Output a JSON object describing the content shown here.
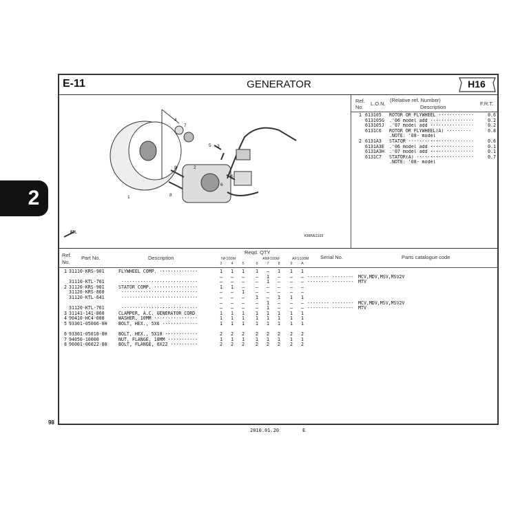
{
  "header": {
    "section": "E-11",
    "title": "GENERATOR",
    "code": "H16"
  },
  "side_tab": "2",
  "page_number": "98",
  "footer": {
    "date": "2010.01.20",
    "edition": "E"
  },
  "diagram": {
    "figure_code": "KR8VE1103",
    "front_label": "FR.",
    "callouts": [
      "1",
      "2",
      "3",
      "4",
      "5",
      "6",
      "6",
      "7",
      "8",
      "8"
    ]
  },
  "ref_list": {
    "headers": {
      "ref": "Ref.",
      "no": "No.",
      "lon": "L.O.N.",
      "rel": "(Relative ref. Number)",
      "desc": "Description",
      "frt": "F.R.T."
    },
    "rows": [
      {
        "ref": "1",
        "lon": "613105",
        "desc": "ROTOR OR FLYWHEEL ·············",
        "frt": "0.6"
      },
      {
        "ref": "",
        "lon": "613105G",
        "desc": ".'06 model add ················",
        "frt": "0.2"
      },
      {
        "ref": "",
        "lon": "613105J",
        "desc": ".'07 model add ················",
        "frt": "0.2"
      },
      {
        "ref": "",
        "lon": "6131C6",
        "desc": "ROTOR OR FLYWHEEL(A) ·········",
        "frt": "0.8"
      },
      {
        "ref": "",
        "lon": "",
        "desc": ".NOTE: '08- model",
        "frt": ""
      },
      {
        "ref": "2",
        "lon": "6131A3",
        "desc": "STATOR ························",
        "frt": "0.6"
      },
      {
        "ref": "",
        "lon": "6131A3E",
        "desc": ".'06 model add ················",
        "frt": "0.1"
      },
      {
        "ref": "",
        "lon": "6131A3H",
        "desc": ".'07 model add ················",
        "frt": "0.1"
      },
      {
        "ref": "",
        "lon": "6131C7",
        "desc": "STATOR(A) ·····················",
        "frt": "0.7"
      },
      {
        "ref": "",
        "lon": "",
        "desc": ".NOTE: '08- model",
        "frt": ""
      }
    ]
  },
  "parts_table": {
    "headers": {
      "ref": "Ref.",
      "no": "No.",
      "part_no": "Part No.",
      "desc": "Description",
      "qty": "Reqd. QTY",
      "serial": "Serial No.",
      "code": "Parts catalogue code"
    },
    "model_groups": [
      "NF100M",
      "ANF100M",
      "AFS100M"
    ],
    "qty_columns": [
      "2",
      "4",
      "5",
      "6",
      "7",
      "8",
      "9",
      "A"
    ],
    "rows": [
      {
        "ref": "1",
        "part": "31110-KRS-901",
        "desc": "FLYWHEEL COMP. ··············",
        "qty": [
          "1",
          "1",
          "1",
          "1",
          "–",
          "1",
          "1",
          "1"
        ],
        "serial": "",
        "code": ""
      },
      {
        "ref": "",
        "part": "",
        "desc": "",
        "qty": [
          "–",
          "–",
          "–",
          "–",
          "1",
          "–",
          "–",
          "–"
        ],
        "serial": "-------- --------",
        "code": "MCV,MDV,MSV,MSV2V"
      },
      {
        "ref": "",
        "part": "31110-KTL-761",
        "desc": " ····························",
        "qty": [
          "–",
          "–",
          "–",
          "–",
          "1",
          "–",
          "–",
          "–"
        ],
        "serial": "-------- --------",
        "code": "MTV"
      },
      {
        "ref": "2",
        "part": "31120-KRS-901",
        "desc": "STATOR COMP. ················",
        "qty": [
          "1",
          "1",
          "–",
          "–",
          "–",
          "–",
          "–",
          "–"
        ],
        "serial": "",
        "code": ""
      },
      {
        "ref": "",
        "part": "31120-KRS-860",
        "desc": " ····························",
        "qty": [
          "–",
          "–",
          "1",
          "–",
          "–",
          "–",
          "–",
          "–"
        ],
        "serial": "",
        "code": ""
      },
      {
        "ref": "",
        "part": "31120-KTL-641",
        "desc": " ····························",
        "qty": [
          "–",
          "–",
          "–",
          "1",
          "–",
          "1",
          "1",
          "1"
        ],
        "serial": "",
        "code": ""
      },
      {
        "ref": "",
        "part": "",
        "desc": "",
        "qty": [
          "–",
          "–",
          "–",
          "–",
          "1",
          "–",
          "–",
          "–"
        ],
        "serial": "-------- --------",
        "code": "MCV,MDV,MSV,MSV2V"
      },
      {
        "ref": "",
        "part": "31120-KTL-761",
        "desc": " ····························",
        "qty": [
          "–",
          "–",
          "–",
          "–",
          "1",
          "–",
          "–",
          "–"
        ],
        "serial": "-------- --------",
        "code": "MTV"
      },
      {
        "ref": "3",
        "part": "31141-141-860",
        "desc": "CLAMPER, A.C. GENERATOR CORD",
        "qty": [
          "1",
          "1",
          "1",
          "1",
          "1",
          "1",
          "1",
          "1"
        ],
        "serial": "",
        "code": ""
      },
      {
        "ref": "4",
        "part": "90410-HC4-000",
        "desc": "WASHER, 10MM ················",
        "qty": [
          "1",
          "1",
          "1",
          "1",
          "1",
          "1",
          "1",
          "1"
        ],
        "serial": "",
        "code": ""
      },
      {
        "ref": "5",
        "part": "93301-05006-0H",
        "desc": "BOLT, HEX., 5X6 ·············",
        "qty": [
          "1",
          "1",
          "1",
          "1",
          "1",
          "1",
          "1",
          "1"
        ],
        "serial": "",
        "code": ""
      },
      {
        "ref": "6",
        "part": "93301-05010-0H",
        "desc": "BOLT, HEX., 5X10 ············",
        "qty": [
          "2",
          "2",
          "2",
          "2",
          "2",
          "2",
          "2",
          "2"
        ],
        "serial": "",
        "code": "",
        "gap": true
      },
      {
        "ref": "7",
        "part": "94050-10000",
        "desc": "NUT, FLANGE, 10MM ···········",
        "qty": [
          "1",
          "1",
          "1",
          "1",
          "1",
          "1",
          "1",
          "1"
        ],
        "serial": "",
        "code": ""
      },
      {
        "ref": "8",
        "part": "96001-06022-00",
        "desc": "BOLT, FLANGE, 6X22 ··········",
        "qty": [
          "2",
          "2",
          "2",
          "2",
          "2",
          "2",
          "2",
          "2"
        ],
        "serial": "",
        "code": ""
      }
    ]
  }
}
